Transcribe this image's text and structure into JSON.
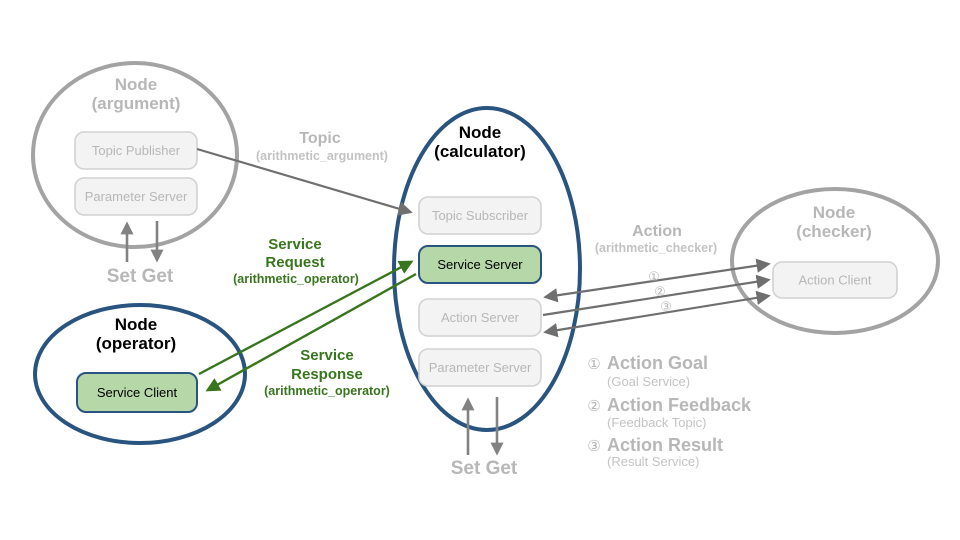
{
  "colors": {
    "node_outline_blue": "#2a5480",
    "inactive_gray": "#a3a3a3",
    "box_fill_gray": "#f3f3f3",
    "box_border_gray": "#d2d2d2",
    "muted_text": "#b7b7b7",
    "muted_sub_text": "#c3c3c3",
    "arrow_gray": "#6f6f6f",
    "param_arrow_gray": "#828282",
    "service_green_fill": "#b6d7a8",
    "service_green_dark": "#38761d"
  },
  "nodes": {
    "argument": {
      "title": "Node",
      "subtitle": "(argument)",
      "topic_publisher": "Topic Publisher",
      "parameter_server": "Parameter Server",
      "set_get": "Set Get"
    },
    "calculator": {
      "title": "Node",
      "subtitle": "(calculator)",
      "topic_subscriber": "Topic Subscriber",
      "service_server": "Service Server",
      "action_server": "Action Server",
      "parameter_server": "Parameter Server",
      "set_get": "Set Get"
    },
    "operator": {
      "title": "Node",
      "subtitle": "(operator)",
      "service_client": "Service Client"
    },
    "checker": {
      "title": "Node",
      "subtitle": "(checker)",
      "action_client": "Action Client"
    }
  },
  "labels": {
    "topic": {
      "title": "Topic",
      "subtitle": "(arithmetic_argument)"
    },
    "action": {
      "title": "Action",
      "subtitle": "(arithmetic_checker)"
    },
    "service_request": {
      "line1": "Service",
      "line2": "Request",
      "subtitle": "(arithmetic_operator)"
    },
    "service_response": {
      "line1": "Service",
      "line2": "Response",
      "subtitle": "(arithmetic_operator)"
    },
    "arrow_goal_num": "①",
    "arrow_feedback_num": "②",
    "arrow_result_num": "③"
  },
  "legend": {
    "items": [
      {
        "num": "①",
        "title": "Action Goal",
        "subtitle": "(Goal Service)"
      },
      {
        "num": "②",
        "title": "Action Feedback",
        "subtitle": "(Feedback Topic)"
      },
      {
        "num": "③",
        "title": "Action Result",
        "subtitle": "(Result Service)"
      }
    ]
  }
}
